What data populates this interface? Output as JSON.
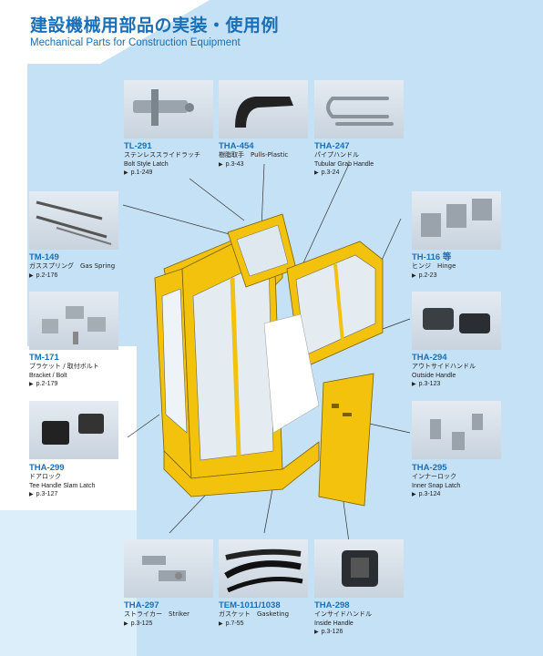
{
  "header": {
    "title_jp": "建設機械用部品の実装・使用例",
    "title_en": "Mechanical Parts for Construction Equipment"
  },
  "colors": {
    "accent": "#1a6fb8",
    "background": "#c5e1f5",
    "cab_yellow": "#f2c20c"
  },
  "parts": {
    "tl291": {
      "code": "TL-291",
      "name_jp": "ステンレススライドラッチ",
      "name_en": "Bolt Style Latch",
      "page": "p.1-249"
    },
    "tha454": {
      "code": "THA-454",
      "name_jp": "樹脂取手",
      "name_en": "Pulls-Plastic",
      "page": "p.3-43"
    },
    "tha247": {
      "code": "THA-247",
      "name_jp": "パイプハンドル",
      "name_en": "Tubular Grab Handle",
      "page": "p.3-24"
    },
    "tm149": {
      "code": "TM-149",
      "name_jp": "ガススプリング",
      "name_en": "Gas Spring",
      "page": "p.2-176"
    },
    "tm171": {
      "code": "TM-171",
      "name_jp": "ブラケット / 取付ボルト",
      "name_en": "Bracket / Bolt",
      "page": "p.2-179"
    },
    "tha299": {
      "code": "THA-299",
      "name_jp": "ドアロック",
      "name_en": "Tee Handle Slam Latch",
      "page": "p.3-127"
    },
    "th116": {
      "code": "TH-116 等",
      "name_jp": "ヒンジ",
      "name_en": "Hinge",
      "page": "p.2-23"
    },
    "tha294": {
      "code": "THA-294",
      "name_jp": "アウトサイドハンドル",
      "name_en": "Outside Handle",
      "page": "p.3-123"
    },
    "tha295": {
      "code": "THA-295",
      "name_jp": "インナーロック",
      "name_en": "Inner Snap Latch",
      "page": "p.3-124"
    },
    "tha297": {
      "code": "THA-297",
      "name_jp": "ストライカー",
      "name_en": "Striker",
      "page": "p.3-125"
    },
    "tem1011": {
      "code": "TEM-1011/1038",
      "name_jp": "ガスケット",
      "name_en": "Gasketing",
      "page": "p.7-55"
    },
    "tha298": {
      "code": "THA-298",
      "name_jp": "インサイドハンドル",
      "name_en": "Inside Handle",
      "page": "p.3-126"
    }
  }
}
